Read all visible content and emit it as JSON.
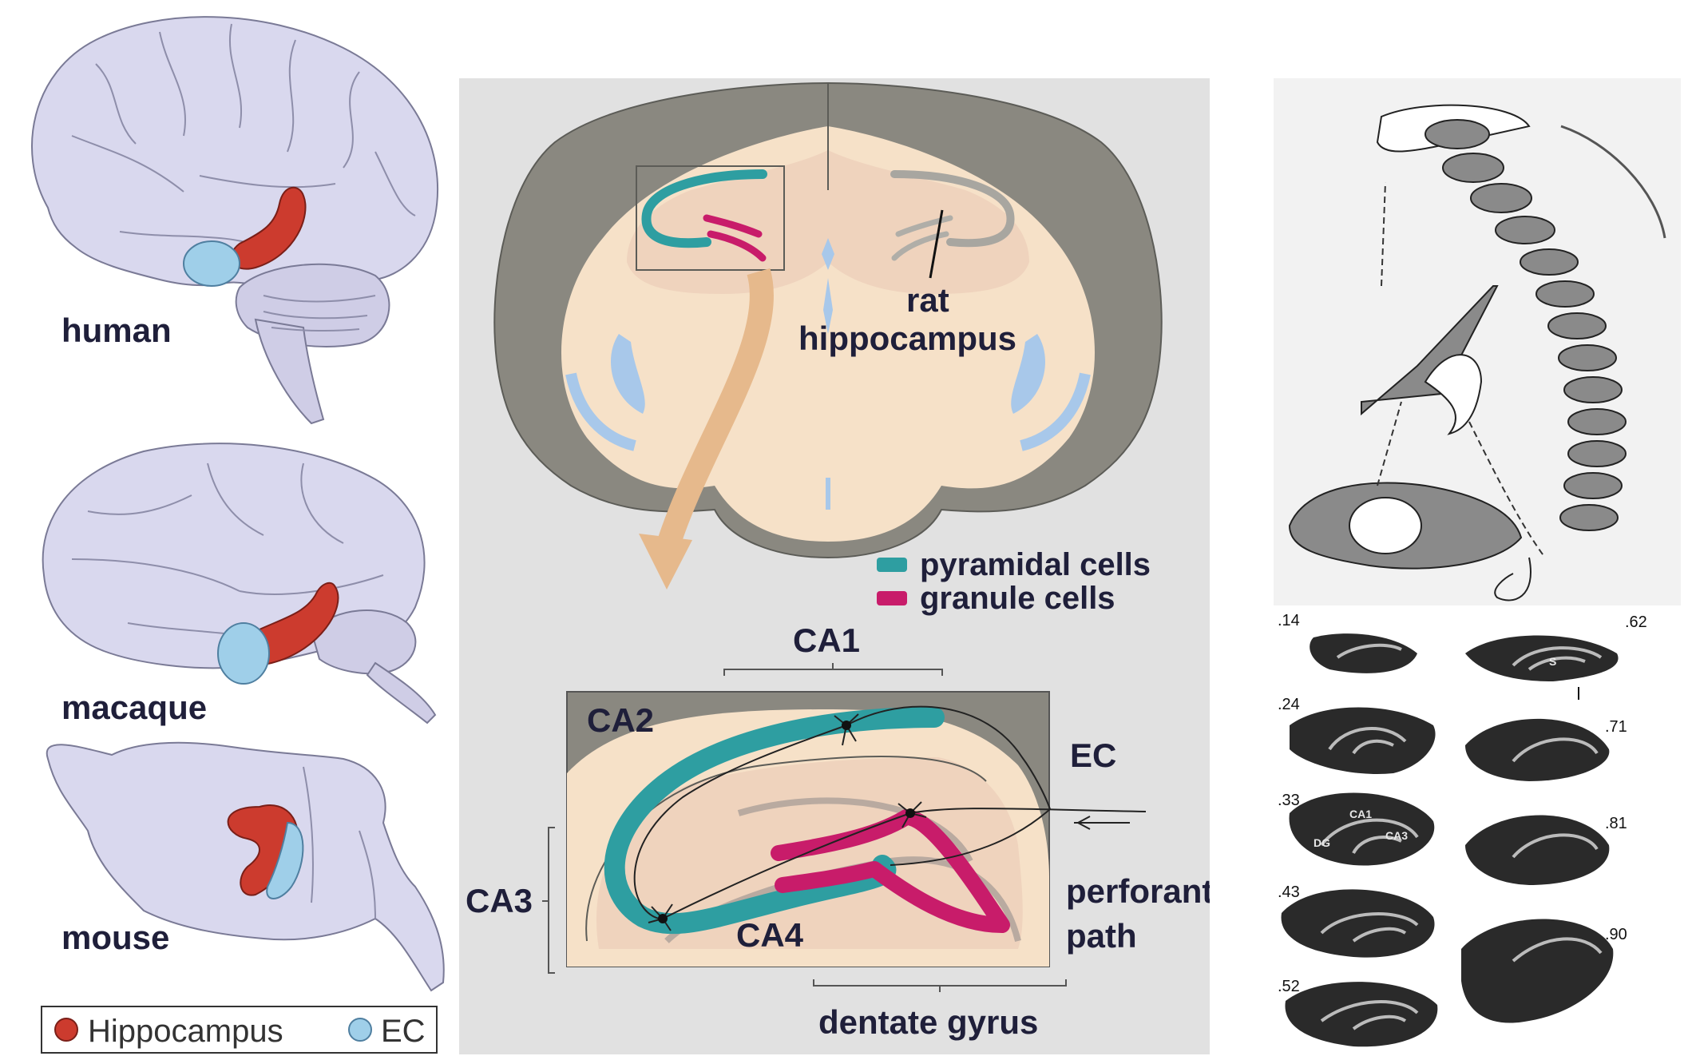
{
  "left": {
    "species": [
      "human",
      "macaque",
      "mouse"
    ],
    "legend": {
      "hippocampus": "Hippocampus",
      "ec": "EC"
    }
  },
  "center": {
    "rat_label_line1": "rat",
    "rat_label_line2": "hippocampus",
    "legend": {
      "pyramidal": "pyramidal cells",
      "granule": "granule cells"
    },
    "regions": {
      "ca1": "CA1",
      "ca2": "CA2",
      "ca3": "CA3",
      "ca4": "CA4",
      "ec": "EC",
      "perforant1": "perforant",
      "perforant2": "path",
      "dentate": "dentate gyrus"
    }
  },
  "right": {
    "slice_labels": [
      ".14",
      ".24",
      ".33",
      ".43",
      ".52",
      ".62",
      ".71",
      ".81",
      ".90"
    ],
    "sublabels": {
      "s": "S",
      "ca1": "CA1",
      "ca3": "CA3",
      "dg": "DG"
    }
  },
  "colors": {
    "hippocampus": "#cc3b2e",
    "ec": "#9fcfe9",
    "pyramidal": "#2e9ea1",
    "granule": "#c81c6a",
    "brain": "#d9d8ee",
    "cortex_gray": "#8a8880",
    "tissue": "#f6e1c8",
    "background_center": "#e1e1e1"
  }
}
